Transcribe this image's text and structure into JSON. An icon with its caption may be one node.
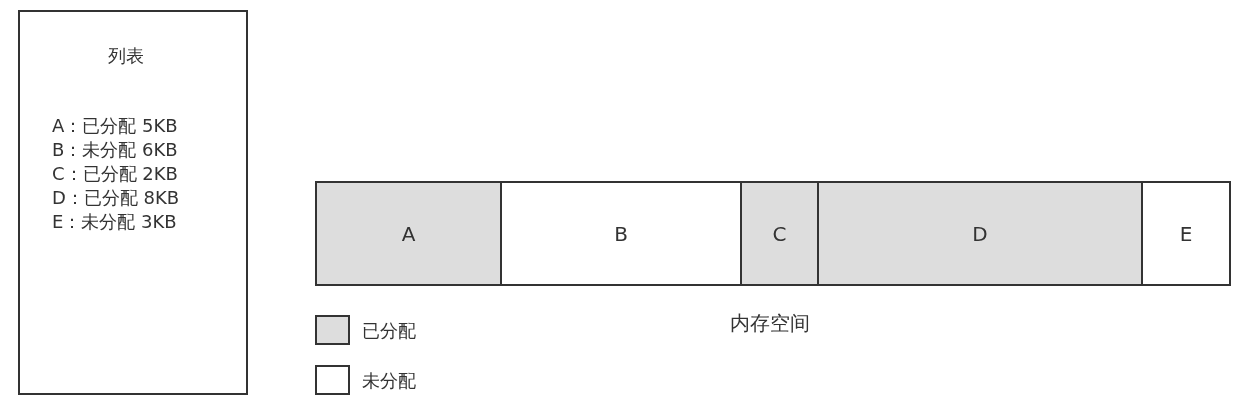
{
  "diagram": {
    "nodes": [
      {
        "text": [
          "列表",
          "A：已分配 5KB",
          "B：未分配 6KB",
          "C：已分配 2KB",
          "D：已分配 8KB",
          "E：未分配 3KB"
        ]
      },
      {
        "text": [
          "A"
        ]
      },
      {
        "text": [
          "B"
        ]
      },
      {
        "text": [
          "C"
        ]
      },
      {
        "text": [
          "D"
        ]
      },
      {
        "text": [
          "E"
        ]
      }
    ],
    "labels": [
      "内存空间"
    ],
    "legend": [
      {
        "text": "已分配",
        "color": "#dddddd"
      },
      {
        "text": "未分配",
        "color": "#ffffff"
      }
    ]
  }
}
